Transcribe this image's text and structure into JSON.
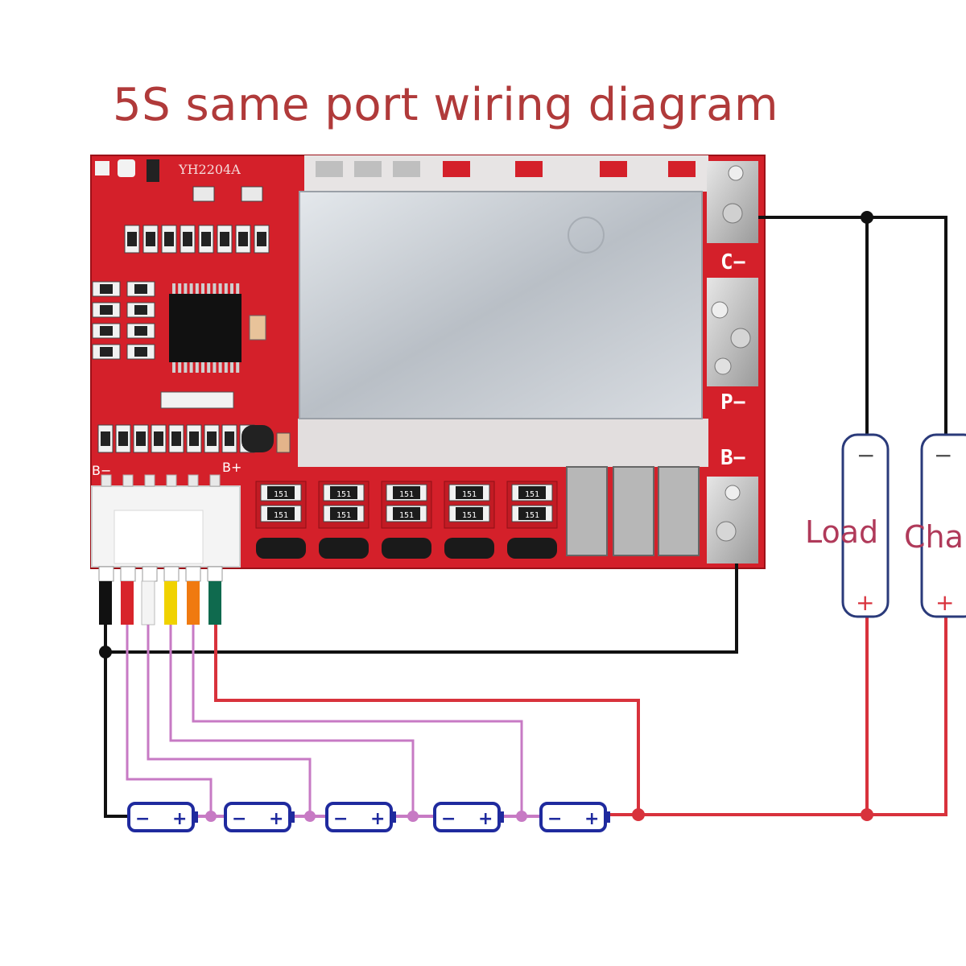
{
  "title": "5S same port wiring diagram",
  "board": {
    "model": "YH2204A",
    "terminal_c": "C−",
    "terminal_p": "P−",
    "terminal_b": "B−",
    "label_b_minus": "B−",
    "label_b_plus": "B+",
    "resistor_code": "151"
  },
  "load": {
    "label": "Load",
    "neg": "−",
    "pos": "+"
  },
  "charger": {
    "label": "Cha",
    "neg": "−",
    "pos": "+"
  },
  "cells": [
    {
      "neg": "−",
      "pos": "+"
    },
    {
      "neg": "−",
      "pos": "+"
    },
    {
      "neg": "−",
      "pos": "+"
    },
    {
      "neg": "−",
      "pos": "+"
    },
    {
      "neg": "−",
      "pos": "+"
    }
  ],
  "colors": {
    "board": "#d4202a",
    "black_wire": "#111111",
    "red_wire": "#d8323c",
    "balance_wire": "#c77ac4",
    "cell_outline": "#1f2a9e",
    "load_outline": "#2a3a7a",
    "title": "#b03a3a",
    "silver": "#c9ced4"
  }
}
